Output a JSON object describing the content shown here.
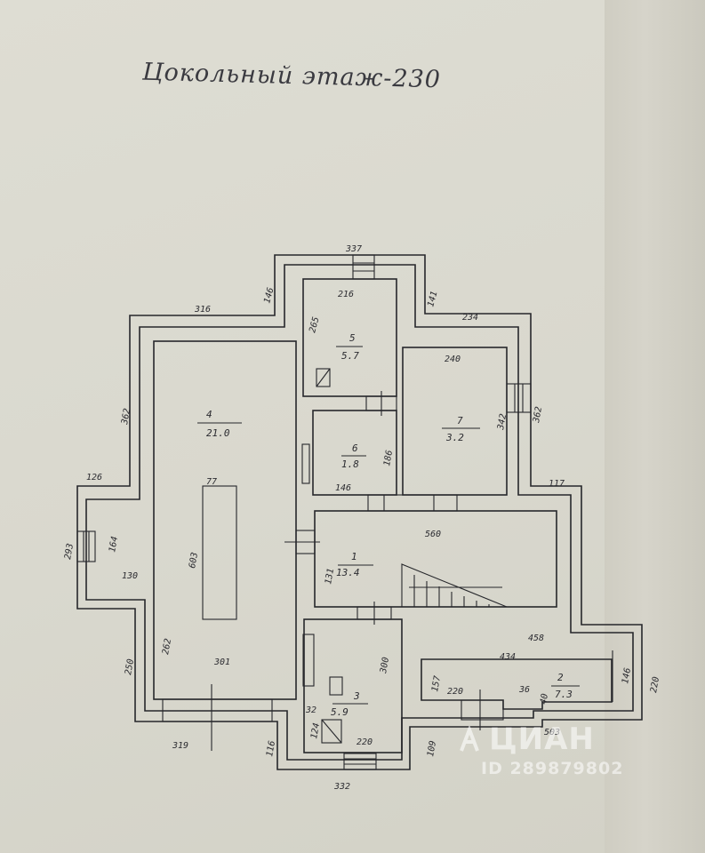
{
  "title": "Цокольный этаж-230",
  "rooms": [
    {
      "id": "room-1",
      "number": "1",
      "area": "13.4"
    },
    {
      "id": "room-2",
      "number": "2",
      "area": "7.3"
    },
    {
      "id": "room-3",
      "number": "3",
      "area": "5.9"
    },
    {
      "id": "room-4",
      "number": "4",
      "area": "21.0"
    },
    {
      "id": "room-5",
      "number": "5",
      "area": "5.7"
    },
    {
      "id": "room-6",
      "number": "6",
      "area": "1.8"
    },
    {
      "id": "room-7",
      "number": "7",
      "area": "3.2"
    }
  ],
  "dimensions": [
    "337",
    "216",
    "265",
    "146",
    "316",
    "141",
    "234",
    "240",
    "362",
    "342",
    "362",
    "126",
    "186",
    "146",
    "117",
    "77",
    "560",
    "293",
    "164",
    "130",
    "603",
    "131",
    "250",
    "262",
    "301",
    "300",
    "434",
    "458",
    "157",
    "220",
    "36",
    "40",
    "146",
    "220",
    "32",
    "124",
    "220",
    "319",
    "116",
    "109",
    "503",
    "332"
  ],
  "watermark": {
    "brand": "ЦИАН",
    "id": "ID 289879802",
    "icon": "cian-logo-icon"
  }
}
